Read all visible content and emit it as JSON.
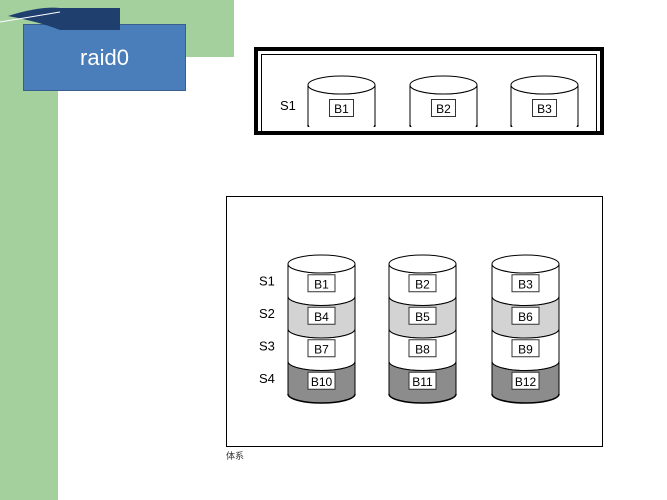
{
  "slide": {
    "title": "raid0",
    "stray_text": "体系"
  },
  "top_diagram": {
    "rows": [
      "S1"
    ],
    "disks": [
      {
        "blocks": [
          "B1"
        ]
      },
      {
        "blocks": [
          "B2"
        ]
      },
      {
        "blocks": [
          "B3"
        ]
      }
    ]
  },
  "bottom_diagram": {
    "rows": [
      "S1",
      "S2",
      "S3",
      "S4"
    ],
    "disks": [
      {
        "blocks": [
          "B1",
          "B4",
          "B7",
          "B10"
        ]
      },
      {
        "blocks": [
          "B2",
          "B5",
          "B8",
          "B11"
        ]
      },
      {
        "blocks": [
          "B3",
          "B6",
          "B9",
          "B12"
        ]
      }
    ]
  },
  "colors": {
    "green": "#a4d09e",
    "title_box": "#4a7ebb",
    "stripe_shades": [
      "#ffffff",
      "#d3d3d3",
      "#ffffff",
      "#8c8c8c"
    ],
    "deco_navy": "#1f3f6e"
  }
}
